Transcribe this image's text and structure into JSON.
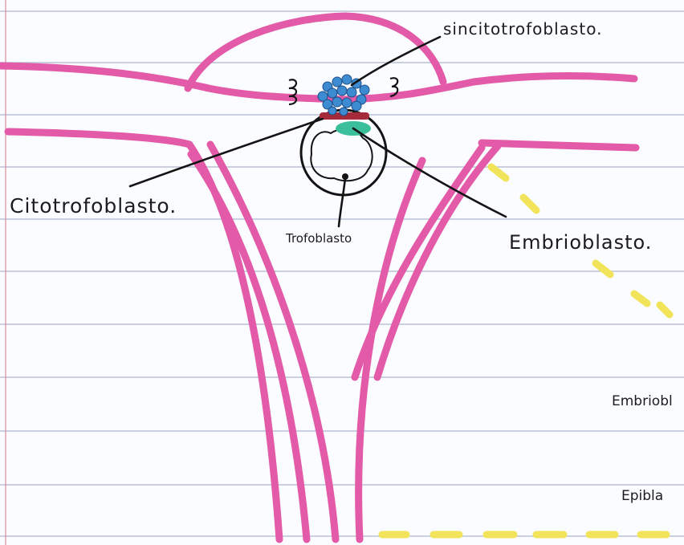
{
  "labels": {
    "sincitotrofoblasto": "sincitotrofoblasto.",
    "citotrofoblasto": "Citotrofoblasto.",
    "trofoblasto": "Trofoblasto",
    "embrioblasto": "Embrioblasto.",
    "embriobl_partial": "Embriobl",
    "epibla_partial": "Epibla"
  },
  "colors": {
    "paper": "#fbfcff",
    "rule_line": "#b9c2d6",
    "margin_line": "#d98b9a",
    "tissue": "#e25aa8",
    "outline": "#141414",
    "sincitio_dots": "#3d8bd0",
    "cito_band": "#a52a3a",
    "embrio_cells": "#3bbf9a",
    "highlight_dash": "#f2e45a"
  }
}
